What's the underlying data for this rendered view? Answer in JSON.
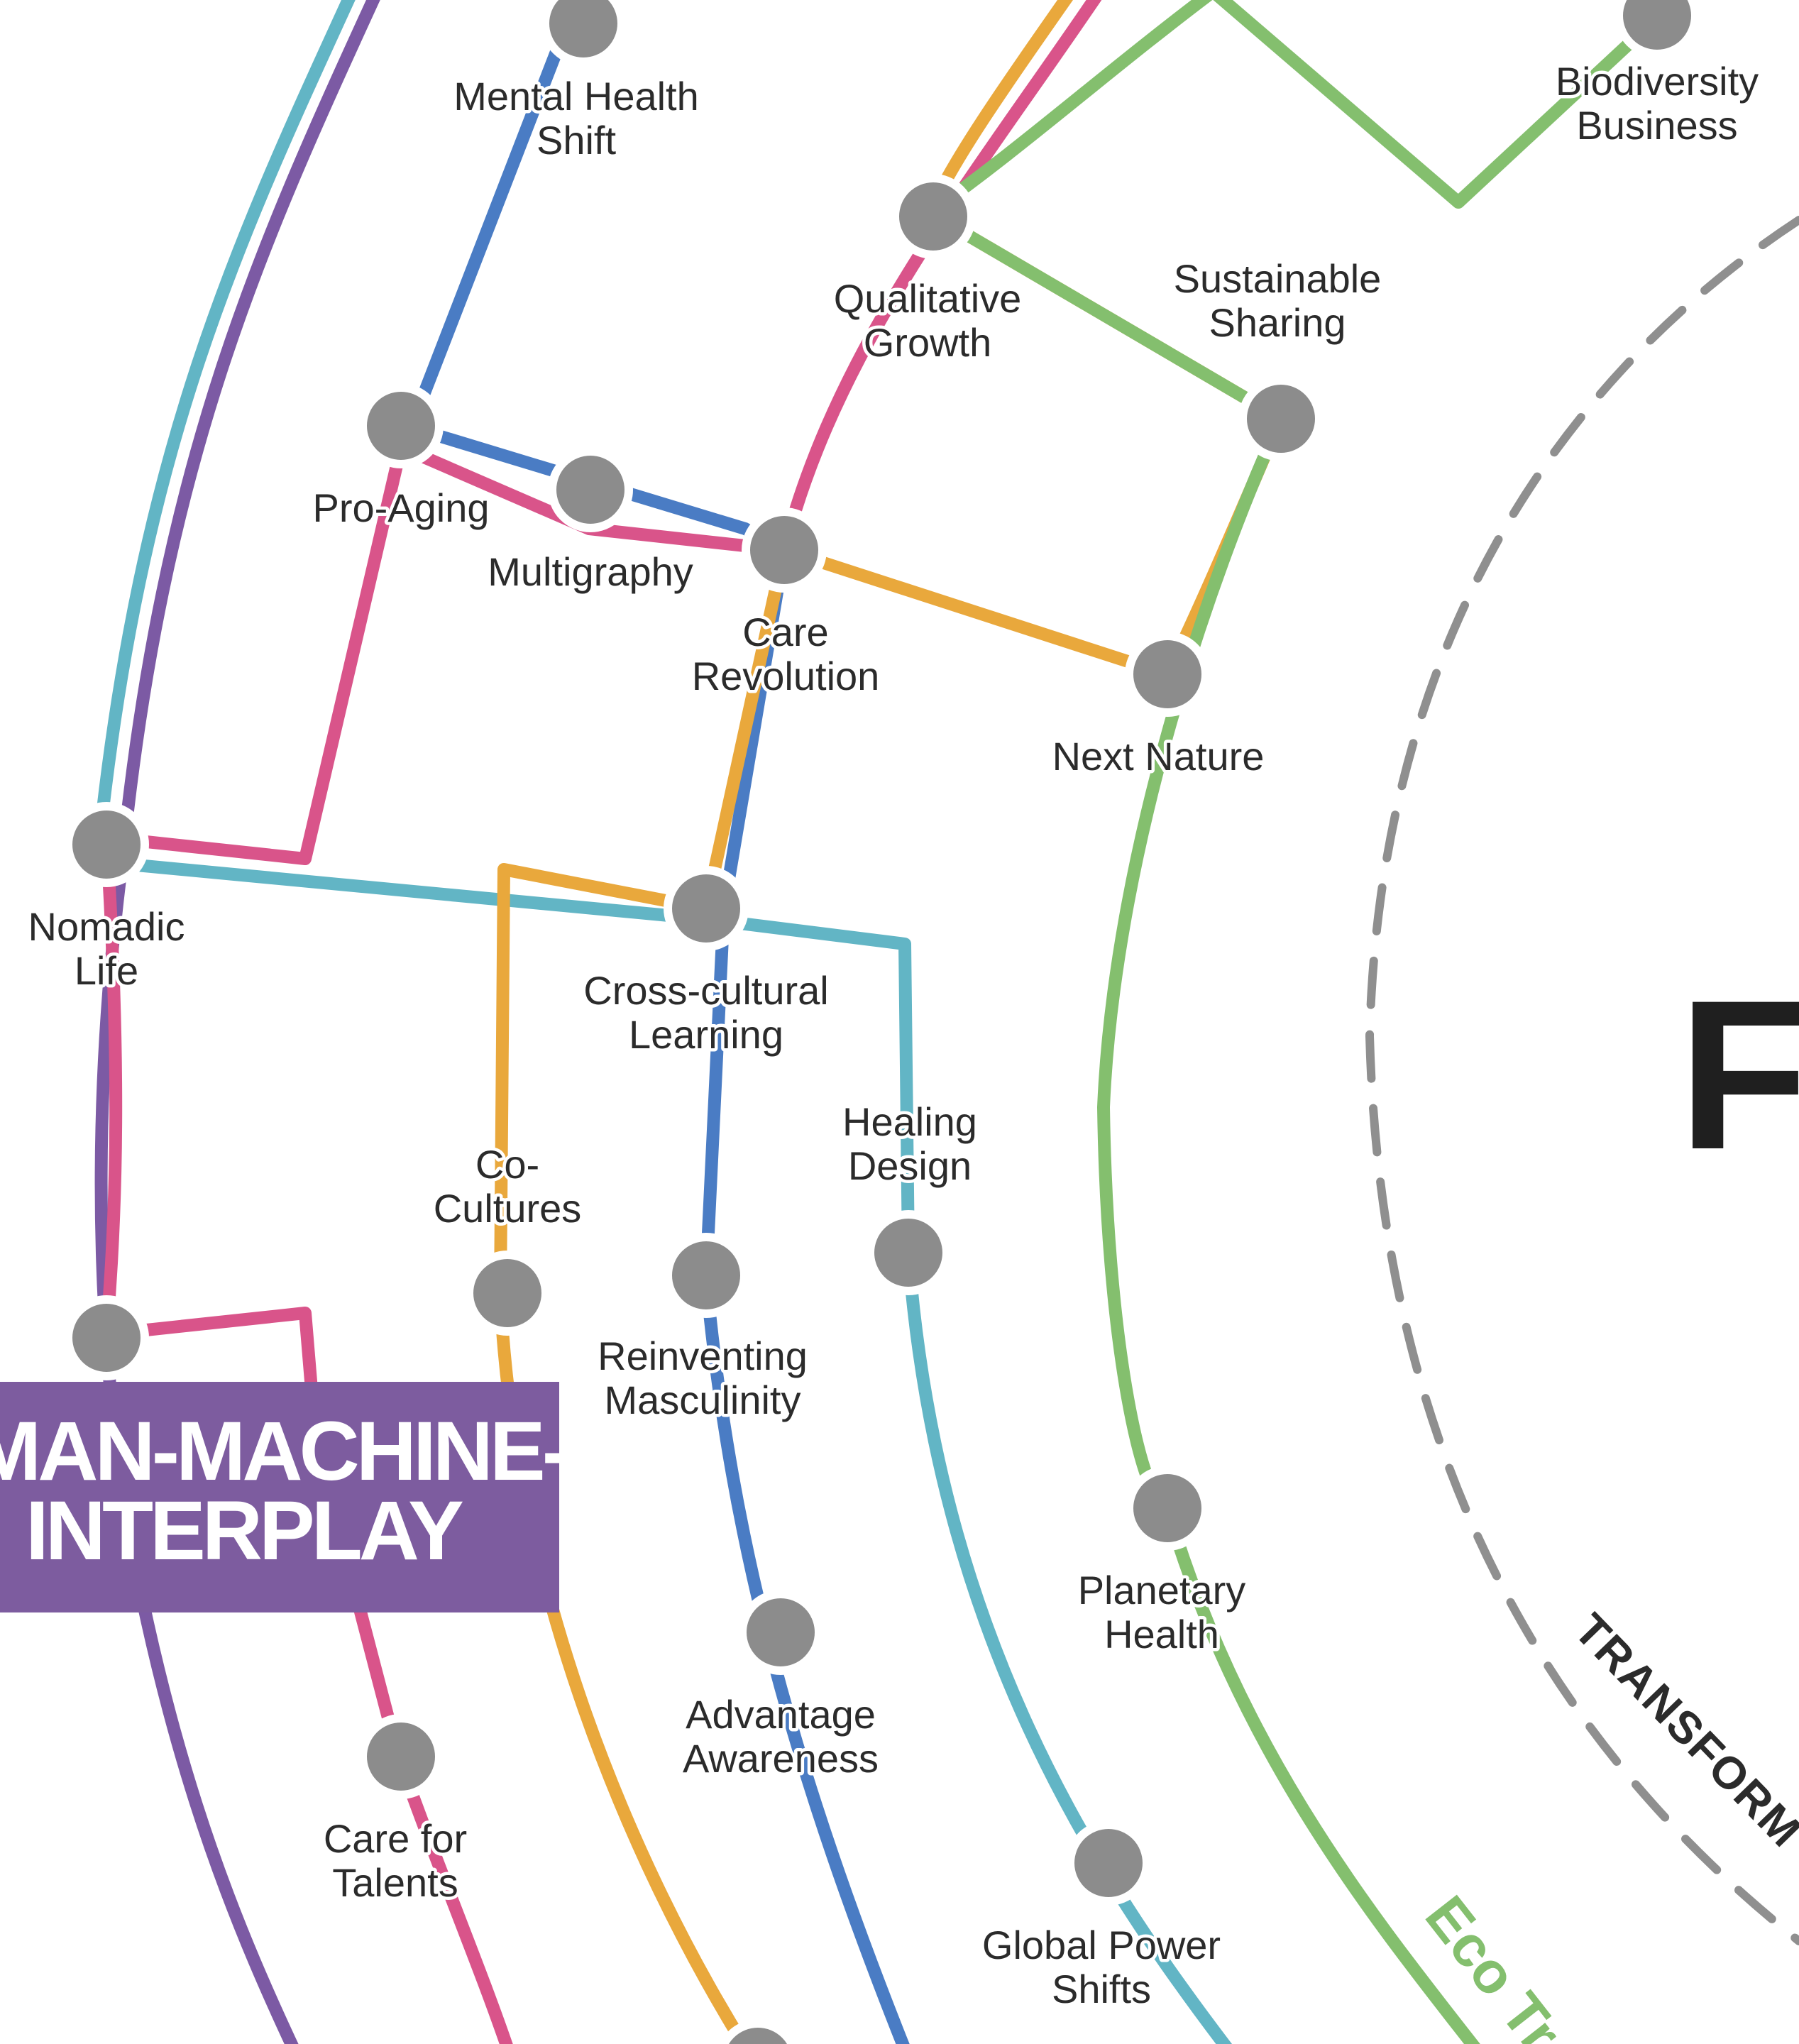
{
  "colors": {
    "teal": "#62b5c5",
    "purple": "#7c5aa4",
    "blue": "#4a7cc4",
    "pink": "#d9548a",
    "orange": "#e9a83c",
    "green": "#84bf6e",
    "node": "#8c8c8c",
    "banner_bg": "#7d5c9f",
    "dashed_ring": "#8f8f8f"
  },
  "nodes": {
    "mental_health_shift": {
      "label": [
        "Mental Health",
        "Shift"
      ]
    },
    "biodiversity_business": {
      "label": [
        "Biodiversity",
        "Business"
      ]
    },
    "qualitative_growth": {
      "label": [
        "Qualitative",
        "Growth"
      ]
    },
    "sustainable_sharing": {
      "label": [
        "Sustainable",
        "Sharing"
      ]
    },
    "pro_aging": {
      "label": [
        "Pro-Aging"
      ]
    },
    "multigraphy": {
      "label": [
        "Multigraphy"
      ]
    },
    "care_revolution": {
      "label": [
        "Care",
        "Revolution"
      ]
    },
    "next_nature": {
      "label": [
        "Next Nature"
      ]
    },
    "nomadic_life": {
      "label": [
        "Nomadic",
        "Life"
      ]
    },
    "cross_cultural_learning": {
      "label": [
        "Cross-cultural",
        "Learning"
      ]
    },
    "healing_design": {
      "label": [
        "Healing",
        "Design"
      ]
    },
    "co_cultures": {
      "label": [
        "Co-",
        "Cultures"
      ]
    },
    "reinventing_masculinity": {
      "label": [
        "Reinventing",
        "Masculinity"
      ]
    },
    "planetary_health": {
      "label": [
        "Planetary",
        "Health"
      ]
    },
    "advantage_awareness": {
      "label": [
        "Advantage",
        "Awareness"
      ]
    },
    "care_for_talents": {
      "label": [
        "Care for",
        "Talents"
      ]
    },
    "global_power_shifts": {
      "label": [
        "Global Power",
        "Shifts"
      ]
    }
  },
  "banner": {
    "line1": "MAN-MACHINE-",
    "line2": "INTERPLAY"
  },
  "center_partial_letter": "F",
  "ring_label_partial": "TRANSFORM",
  "line_label_partial": "Eco Tr"
}
